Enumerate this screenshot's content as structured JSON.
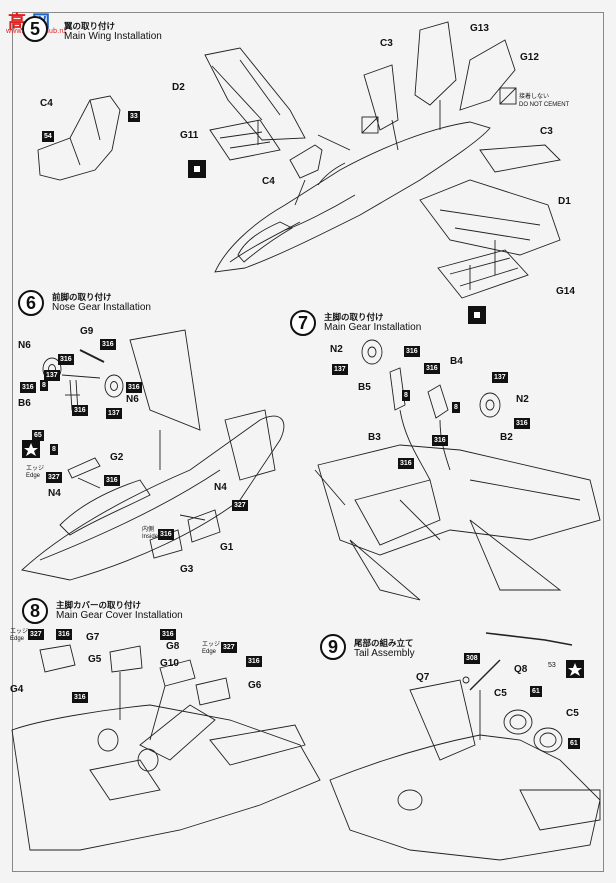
{
  "logo": {
    "mark_left": "高",
    "mark_right": "网",
    "url": "www.hobbyclub.ru"
  },
  "s5": {
    "title_jp": "翼の取り付け",
    "title_en": "Main Wing Installation"
  },
  "s6": {
    "num": "6",
    "title_jp": "前脚の取り付け",
    "title_en": "Nose Gear Installation"
  },
  "s7": {
    "num": "7",
    "title_jp": "主脚の取り付け",
    "title_en": "Main Gear Installation"
  },
  "s8": {
    "num": "8",
    "title_jp": "主脚カバーの取り付け",
    "title_en": "Main Gear Cover Installation"
  },
  "s9": {
    "num": "9",
    "title_jp": "尾部の組み立て",
    "title_en": "Tail Assembly"
  },
  "labels": {
    "C3a": "C3",
    "G13": "G13",
    "G12": "G12",
    "D2": "D2",
    "C4a": "C4",
    "G11": "G11",
    "C4b": "C4",
    "C3b": "C3",
    "D1": "D1",
    "G14": "G14",
    "N6a": "N6",
    "G9": "G9",
    "B6": "B6",
    "N6b": "N6",
    "G2": "G2",
    "N4a": "N4",
    "N4b": "N4",
    "G1": "G1",
    "G3": "G3",
    "N2a": "N2",
    "B4": "B4",
    "B5": "B5",
    "N2b": "N2",
    "B3": "B3",
    "B2": "B2",
    "G4": "G4",
    "G5": "G5",
    "G7": "G7",
    "G8": "G8",
    "G10": "G10",
    "G6": "G6",
    "Q7": "Q7",
    "Q8": "Q8",
    "C5a": "C5",
    "C5b": "C5"
  },
  "tags": {
    "t33": "33",
    "t54": "54",
    "t316": "316",
    "t137": "137",
    "t8": "8",
    "t65": "65",
    "t327": "327",
    "t61": "61",
    "t53": "53",
    "t308": "308"
  },
  "notes": {
    "no_cement_jp": "接着しない",
    "no_cement_en": "DO NOT CEMENT",
    "edge_jp": "エッジ",
    "edge_en": "Edge",
    "inside_jp": "内側",
    "inside_en": "Inside"
  }
}
